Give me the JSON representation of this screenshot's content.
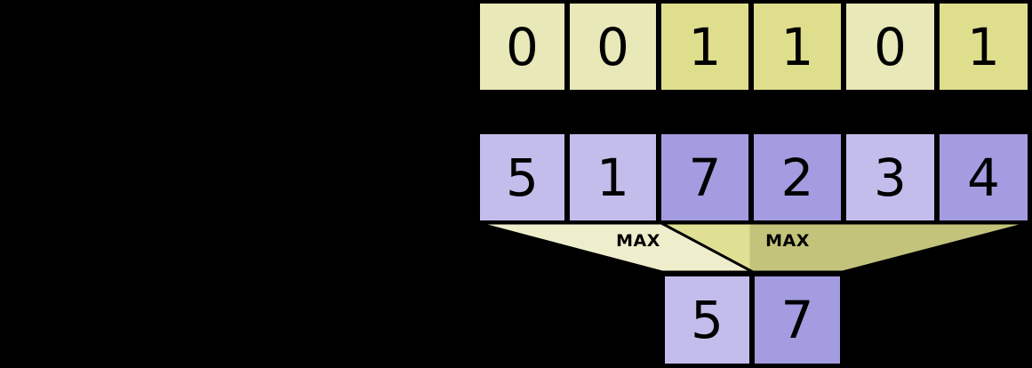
{
  "diagram": {
    "title": "max-pooling-with-mask",
    "background_color": "#000000",
    "palette": {
      "mask_zero": "#e8e8b8",
      "mask_one": "#dede8c",
      "value_light": "#c3bdec",
      "value_dark": "#a49ce0",
      "funnel_light": "#eeeecc",
      "funnel_dark": "#dede8c",
      "stroke": "#000000",
      "text": "#000000"
    },
    "mask_row": {
      "name": "binary-mask-row",
      "cells": [
        {
          "value": "0",
          "highlight": false
        },
        {
          "value": "0",
          "highlight": false
        },
        {
          "value": "1",
          "highlight": true
        },
        {
          "value": "1",
          "highlight": true
        },
        {
          "value": "0",
          "highlight": false
        },
        {
          "value": "1",
          "highlight": true
        }
      ]
    },
    "value_row": {
      "name": "input-values-row",
      "cells": [
        {
          "value": "5",
          "highlight": false
        },
        {
          "value": "1",
          "highlight": false
        },
        {
          "value": "7",
          "highlight": true
        },
        {
          "value": "2",
          "highlight": true
        },
        {
          "value": "3",
          "highlight": false
        },
        {
          "value": "4",
          "highlight": true
        }
      ]
    },
    "pooling": {
      "operations": [
        {
          "label": "MAX",
          "inputs": [
            "5",
            "1",
            "7"
          ],
          "result": "5"
        },
        {
          "label": "MAX",
          "inputs": [
            "7",
            "2",
            "3",
            "4"
          ],
          "result": "7"
        }
      ]
    },
    "output_row": {
      "name": "pooled-output-row",
      "cells": [
        {
          "value": "5",
          "highlight": false
        },
        {
          "value": "7",
          "highlight": true
        }
      ]
    }
  }
}
